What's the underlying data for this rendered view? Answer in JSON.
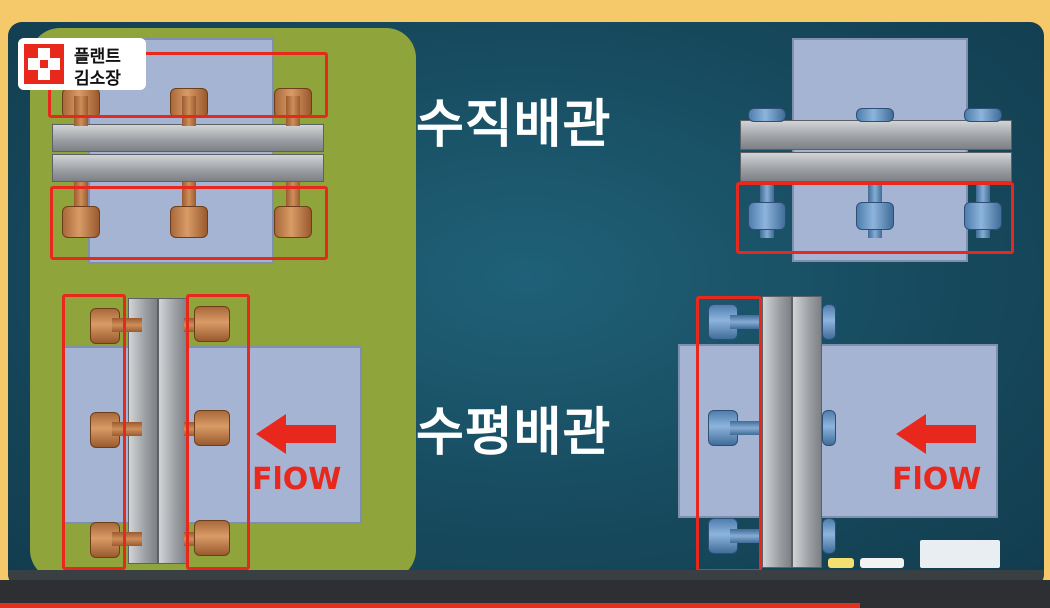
{
  "logo": {
    "line1": "플랜트",
    "line2": "김소장",
    "icon": "red-white-diamond-logo-icon"
  },
  "labels": {
    "vertical_piping": "수직배관",
    "horizontal_piping": "수평배관"
  },
  "flow": {
    "left": "FlOW",
    "right": "FlOW",
    "arrow_icon": "left-arrow-icon"
  },
  "colors": {
    "board": "#174a5e",
    "highlight_panel": "#8fa43a",
    "highlight_box": "#e8281c",
    "copper_bolt": "#c98650",
    "blue_bolt": "#6f9bc8",
    "plate": "#a6b4d4",
    "frame": "#f5c86a"
  }
}
